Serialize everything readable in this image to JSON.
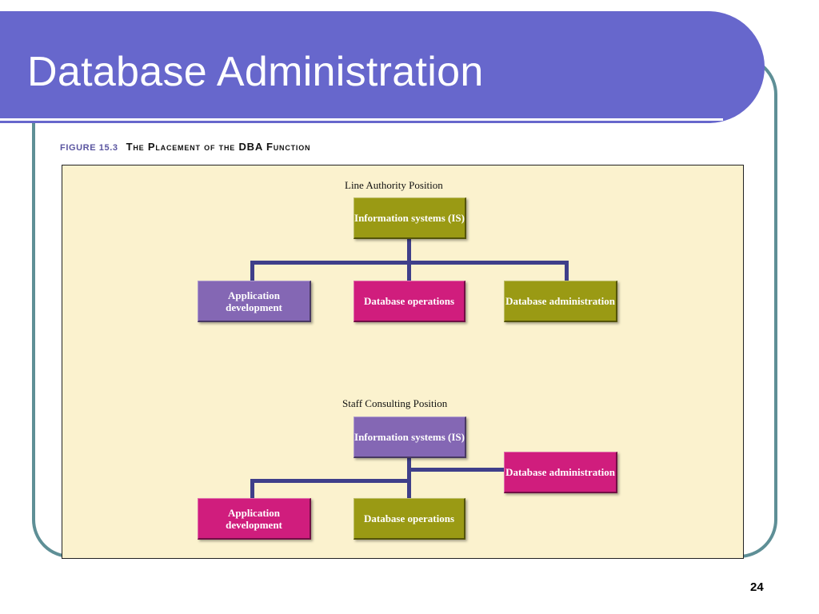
{
  "slide": {
    "title": "Database Administration",
    "page_number": "24"
  },
  "figure": {
    "number": "FIGURE 15.3",
    "title": "The Placement of the DBA Function"
  },
  "line_authority": {
    "heading": "Line Authority Position",
    "root": "Information systems (IS)",
    "children": [
      "Application development",
      "Database operations",
      "Database administration"
    ]
  },
  "staff_consulting": {
    "heading": "Staff Consulting Position",
    "root": "Information systems (IS)",
    "staff": "Database administration",
    "children": [
      "Application development",
      "Database operations"
    ]
  },
  "colors": {
    "title_bar": "#6767cc",
    "frame_border": "#5e8f96",
    "figure_background": "#fbf2ce",
    "connector": "#3f3f8a",
    "olive": "#9a9a14",
    "purple": "#8467b4",
    "magenta": "#d01d7d"
  }
}
